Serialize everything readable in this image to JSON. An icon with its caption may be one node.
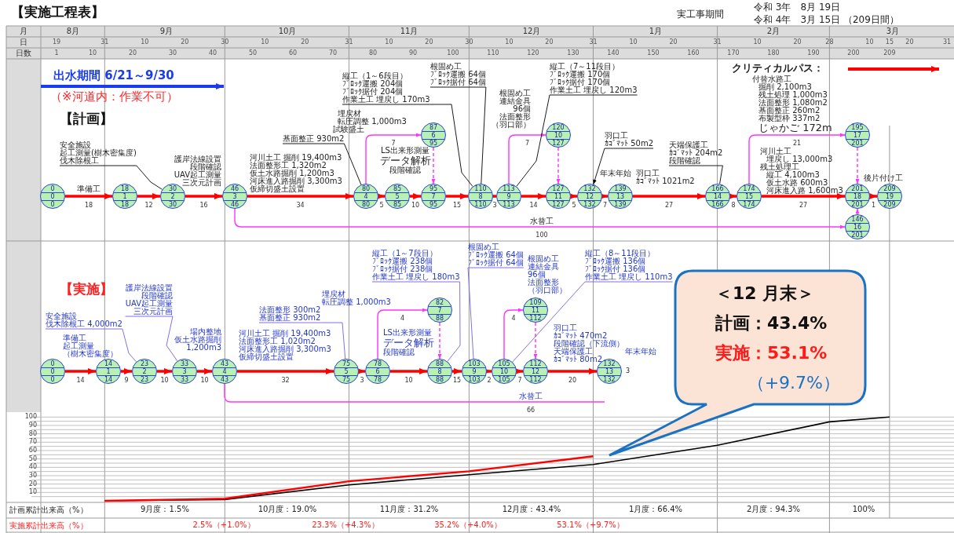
{
  "diagram": {
    "title": "【実施工程表】",
    "nodes": [
      {
        "text": [
          "0",
          "0",
          "0"
        ]
      },
      {
        "text": [
          "18",
          "1",
          "18"
        ]
      },
      {
        "text": [
          "30",
          "2",
          "30"
        ]
      },
      {
        "text": [
          "46",
          "3",
          "46"
        ]
      },
      {
        "text": [
          "80",
          "4",
          "80"
        ]
      },
      {
        "text": [
          "85",
          "5",
          "85"
        ]
      },
      {
        "text": [
          "87",
          "6",
          "95"
        ]
      },
      {
        "text": [
          "95",
          "7",
          "95"
        ]
      },
      {
        "text": [
          "110",
          "8",
          "110"
        ]
      },
      {
        "text": [
          "113",
          "9",
          "113"
        ]
      },
      {
        "text": [
          "120",
          "10",
          "127"
        ]
      },
      {
        "text": [
          "127",
          "11",
          "127"
        ]
      },
      {
        "text": [
          "132",
          "12",
          "132"
        ]
      },
      {
        "text": [
          "139",
          "13",
          "139"
        ]
      },
      {
        "text": [
          "166",
          "14",
          "166"
        ]
      },
      {
        "text": [
          "174",
          "15",
          "174"
        ]
      },
      {
        "text": [
          "195",
          "17",
          "201"
        ]
      },
      {
        "text": [
          "201",
          "18",
          "201"
        ]
      },
      {
        "text": [
          "209",
          "19",
          "209"
        ]
      },
      {
        "text": [
          "146",
          "16",
          "201"
        ]
      },
      {
        "text": [
          "安全施設",
          "起工測量(樹木密集度)",
          "伐木除根工"
        ]
      },
      {
        "text": [
          "基面整正 930m2"
        ]
      },
      {
        "text": [
          "縦工（1～6段目）",
          "ﾌﾞﾛｯｸ運搬 204個",
          "ﾌﾞﾛｯｸ据付 204個",
          "作業土工 埋戻し 170m3"
        ]
      },
      {
        "text": [
          "根固め工",
          "ﾌﾞﾛｯｸ運搬 64個",
          "ﾌﾞﾛｯｸ据付 64個"
        ]
      },
      {
        "text": [
          "縦工（7～11段目）",
          "ﾌﾞﾛｯｸ運搬 170個",
          "ﾌﾞﾛｯｸ据付 170個",
          "作業土工 埋戻し 120m3"
        ]
      },
      {
        "text": [
          "羽口工",
          "ｶｺﾞﾏｯﾄ 50m2"
        ]
      },
      {
        "text": [
          "天端保護工",
          "ｶｺﾞﾏｯﾄ 204m2",
          "段階確認"
        ]
      },
      {
        "text": [
          "0",
          "0",
          "0"
        ]
      },
      {
        "text": [
          "14",
          "1",
          "14"
        ]
      },
      {
        "text": [
          "23",
          "2",
          "23"
        ]
      },
      {
        "text": [
          "33",
          "3",
          "33"
        ]
      },
      {
        "text": [
          "43",
          "4",
          "43"
        ]
      },
      {
        "text": [
          "75",
          "5",
          "75"
        ]
      },
      {
        "text": [
          "78",
          "6",
          "78"
        ]
      },
      {
        "text": [
          "82",
          "7",
          "88"
        ]
      },
      {
        "text": [
          "88",
          "8",
          "88"
        ]
      },
      {
        "text": [
          "103",
          "9",
          "103"
        ]
      },
      {
        "text": [
          "105",
          "10",
          "105"
        ]
      },
      {
        "text": [
          "109",
          "11",
          "112"
        ]
      },
      {
        "text": [
          "112",
          "12",
          "112"
        ]
      },
      {
        "text": [
          "132",
          "13",
          "132"
        ]
      },
      {
        "text": [
          "安全施設",
          "伐木除根工 4,000m2"
        ]
      },
      {
        "text": [
          "護岸法線設置",
          "段階確認",
          "UAV起工測量",
          "三次元計画"
        ]
      },
      {
        "text": [
          "法面整形 300m2",
          "基面整正 930m2"
        ]
      },
      {
        "text": [
          "縦工（1～7段目）",
          "ﾌﾞﾛｯｸ運搬 238個",
          "ﾌﾞﾛｯｸ据付 238個",
          "作業土工 埋戻し 180m3"
        ]
      },
      {
        "text": [
          "根固め工",
          "ﾌﾞﾛｯｸ運搬 64個",
          "ﾌﾞﾛｯｸ据付 64個"
        ]
      },
      {
        "text": [
          "縦工（8～11段目）",
          "ﾌﾞﾛｯｸ運搬 136個",
          "ﾌﾞﾛｯｸ据付 136個",
          "作業土工 埋戻し 110m3"
        ]
      },
      {
        "text": [
          "＜12 月末＞",
          "計画：43.4%",
          "実施：53.1%",
          "（+9.7%）"
        ]
      }
    ],
    "edges": [
      {
        "from": 0,
        "to": 1,
        "arrow": "to",
        "label": "18",
        "style": "thick",
        "color": "#ff0000"
      },
      {
        "from": 1,
        "to": 2,
        "arrow": "to",
        "label": "12",
        "style": "thick",
        "color": "#ff0000"
      },
      {
        "from": 2,
        "to": 3,
        "arrow": "to",
        "label": "16",
        "style": "thick",
        "color": "#ff0000"
      },
      {
        "from": 3,
        "to": 4,
        "arrow": "to",
        "label": "34",
        "style": "thick",
        "color": "#ff0000"
      },
      {
        "from": 4,
        "to": 5,
        "arrow": "to",
        "label": "5",
        "style": "thick",
        "color": "#ff0000"
      },
      {
        "from": 4,
        "to": 6,
        "arrow": "to",
        "label": "7",
        "color": "#ff33ff"
      },
      {
        "from": 6,
        "to": 7,
        "arrow": "to",
        "style": "dashed",
        "color": "#ff33ff"
      },
      {
        "from": 5,
        "to": 7,
        "arrow": "to",
        "label": "10",
        "style": "thick",
        "color": "#ff0000"
      },
      {
        "from": 7,
        "to": 8,
        "arrow": "to",
        "label": "15",
        "style": "thick",
        "color": "#ff0000"
      },
      {
        "from": 8,
        "to": 9,
        "arrow": "to",
        "label": "3",
        "style": "thick",
        "color": "#ff0000"
      },
      {
        "from": 9,
        "to": 10,
        "arrow": "to",
        "label": "7",
        "color": "#ff33ff"
      },
      {
        "from": 10,
        "to": 11,
        "arrow": "to",
        "style": "dashed",
        "color": "#ff33ff"
      },
      {
        "from": 9,
        "to": 11,
        "arrow": "to",
        "label": "14",
        "style": "thick",
        "color": "#ff0000"
      },
      {
        "from": 11,
        "to": 12,
        "arrow": "to",
        "label": "5",
        "style": "thick",
        "color": "#ff0000"
      },
      {
        "from": 12,
        "to": 13,
        "arrow": "to",
        "label": "7",
        "style": "thick",
        "color": "#ff0000"
      },
      {
        "from": 13,
        "to": 14,
        "arrow": "to",
        "label": "27",
        "style": "thick",
        "color": "#ff0000"
      },
      {
        "from": 14,
        "to": 15,
        "arrow": "to",
        "label": "8",
        "style": "thick",
        "color": "#ff0000"
      },
      {
        "from": 15,
        "to": 16,
        "arrow": "to",
        "label": "21",
        "color": "#ff33ff"
      },
      {
        "from": 16,
        "to": 17,
        "arrow": "to",
        "style": "dashed",
        "color": "#ff33ff"
      },
      {
        "from": 15,
        "to": 17,
        "arrow": "to",
        "label": "27",
        "style": "thick",
        "color": "#ff0000"
      },
      {
        "from": 17,
        "to": 18,
        "arrow": "to",
        "label": "1",
        "style": "thick",
        "color": "#ff0000"
      },
      {
        "from": 3,
        "to": 19,
        "arrow": "to",
        "label": "100",
        "color": "#ff33ff"
      },
      {
        "from": 19,
        "to": 17,
        "arrow": "to",
        "color": "#ff33ff"
      },
      {
        "from": 20,
        "to": 2,
        "arrow": "none",
        "color": "#000000"
      },
      {
        "from": 21,
        "to": 4,
        "arrow": "none",
        "color": "#000000"
      },
      {
        "from": 22,
        "to": 8,
        "arrow": "none",
        "color": "#000000"
      },
      {
        "from": 23,
        "to": 8,
        "arrow": "none",
        "color": "#000000"
      },
      {
        "from": 24,
        "to": 9,
        "arrow": "none",
        "color": "#000000"
      },
      {
        "from": 25,
        "to": 12,
        "arrow": "to",
        "color": "#000000"
      },
      {
        "from": 26,
        "to": 14,
        "arrow": "none",
        "color": "#000000"
      },
      {
        "from": 27,
        "to": 28,
        "arrow": "to",
        "label": "14",
        "style": "thick",
        "color": "#ff0000"
      },
      {
        "from": 28,
        "to": 29,
        "arrow": "to",
        "label": "9",
        "style": "thick",
        "color": "#ff0000"
      },
      {
        "from": 29,
        "to": 30,
        "arrow": "to",
        "label": "10",
        "style": "thick",
        "color": "#ff0000"
      },
      {
        "from": 30,
        "to": 31,
        "arrow": "to",
        "label": "10",
        "style": "thick",
        "color": "#ff0000"
      },
      {
        "from": 31,
        "to": 32,
        "arrow": "to",
        "label": "32",
        "style": "thick",
        "color": "#ff0000"
      },
      {
        "from": 32,
        "to": 33,
        "arrow": "to",
        "label": "3",
        "style": "thick",
        "color": "#ff0000"
      },
      {
        "from": 33,
        "to": 34,
        "arrow": "to",
        "label": "4",
        "color": "#ff33ff"
      },
      {
        "from": 34,
        "to": 35,
        "arrow": "to",
        "style": "dashed",
        "color": "#ff33ff"
      },
      {
        "from": 33,
        "to": 35,
        "arrow": "to",
        "label": "10",
        "style": "thick",
        "color": "#ff0000"
      },
      {
        "from": 35,
        "to": 36,
        "arrow": "to",
        "label": "15",
        "style": "thick",
        "color": "#ff0000"
      },
      {
        "from": 36,
        "to": 37,
        "arrow": "to",
        "label": "2",
        "style": "thick",
        "color": "#ff0000"
      },
      {
        "from": 37,
        "to": 38,
        "arrow": "to",
        "label": "4",
        "color": "#ff33ff"
      },
      {
        "from": 38,
        "to": 39,
        "arrow": "to",
        "style": "dashed",
        "color": "#ff33ff"
      },
      {
        "from": 37,
        "to": 39,
        "arrow": "to",
        "label": "7",
        "style": "thick",
        "color": "#ff0000"
      },
      {
        "from": 39,
        "to": 40,
        "arrow": "to",
        "label": "20",
        "style": "thick",
        "color": "#ff0000"
      },
      {
        "from": 31,
        "to": null,
        "arrow": "none",
        "label": "66",
        "color": "#ff33ff"
      },
      {
        "from": 41,
        "to": 29,
        "arrow": "none",
        "color": "#7b5ce0"
      },
      {
        "from": 42,
        "to": 30,
        "arrow": "none",
        "color": "#7b5ce0"
      },
      {
        "from": 43,
        "to": 32,
        "arrow": "none",
        "color": "#7b5ce0"
      },
      {
        "from": 44,
        "to": 35,
        "arrow": "none",
        "color": "#7b5ce0"
      },
      {
        "from": 45,
        "to": 36,
        "arrow": "none",
        "color": "#7b5ce0"
      },
      {
        "from": 46,
        "to": 37,
        "arrow": "none",
        "color": "#7b5ce0"
      }
    ],
    "labels": [
      "月",
      "日",
      "日数",
      "8月",
      "9月",
      "10月",
      "11月",
      "12月",
      "1月",
      "2月",
      "3月",
      "19",
      "31",
      "10",
      "20",
      "30",
      "10",
      "20",
      "31",
      "10",
      "20",
      "30",
      "10",
      "20",
      "31",
      "10",
      "20",
      "31",
      "10",
      "20",
      "28",
      "10",
      "15",
      "20",
      "31",
      "1",
      "10",
      "20",
      "30",
      "40",
      "50",
      "60",
      "70",
      "80",
      "90",
      "100",
      "110",
      "120",
      "130",
      "140",
      "150",
      "160",
      "170",
      "180",
      "190",
      "200",
      "209",
      "実工事期間",
      "令和 3年　8月 19日",
      "令和 4年　3月 15日 （209日間）",
      "出水期間 6/21～9/30",
      "（※河道内：作業不可）",
      "【計画】",
      "準備工",
      "護岸法線設置",
      "段階確認",
      "UAV起工測量",
      "三次元計画",
      "河川土工 掘削 19,400m3",
      "法面整形工 1,320m2",
      "仮土水路掘削 1,200m3",
      "河床進入路掘削 3,300m3",
      "仮締切盛土設置",
      "埋戻材",
      "転圧調整 1,000m3",
      "試験盛土",
      "LS出来形測量",
      "データ解析",
      "段階確認",
      "根固め工",
      "連結金具",
      "96個",
      "法面整形",
      "（羽口部）",
      "年末年始",
      "羽口工",
      "ｶｺﾞﾏｯﾄ 1021m2",
      "付替水路工",
      "掘削 2,100m3",
      "残土処理 1,000m3",
      "法面整形 1,080m2",
      "基面整正 260m2",
      "布製型枠 337m2",
      "じゃかご 172m",
      "河川土工",
      "埋戻し 13,000m3",
      "残土処理工",
      "縦工 4,100m3",
      "仮土水路 600m3",
      "河床進入路 1,600m3",
      "後片付け工",
      "水替工",
      "【実施】",
      "準備工",
      "起工測量",
      "（樹木密集度）",
      "場内整地",
      "仮土水路掘削",
      "1,200m3",
      "河川土工 掘削 19,400m3",
      "法面整形工 1,020m2",
      "河床進入路掘削 3,300m3",
      "仮締切盛土設置",
      "埋戻材",
      "転圧調整 1,000m3",
      "LS出来形測量",
      "データ解析",
      "段階確認",
      "根固め工",
      "連結金具",
      "96個",
      "法面整形",
      "（羽口部）",
      "羽口工",
      "ｶｺﾞﾏｯﾄ 470m2",
      "段階確認（下流側）",
      "天端保護工",
      "ｶｺﾞﾏｯﾄ 80m2",
      "年末年始",
      "3",
      "水替工",
      "計画累計出来高（%）",
      "9月度：1.5%",
      "10月度：19.0%",
      "11月度：31.2%",
      "12月度：43.4%",
      "1月度：66.4%",
      "2月度：94.3%",
      "100%",
      "実施累計出来高（%）",
      "2.5%（+1.0%）",
      "23.3%（+4.3%）",
      "35.2%（+4.0%）",
      "53.1%（+9.7%）",
      "100",
      "90",
      "80",
      "70",
      "60",
      "50",
      "40",
      "30",
      "20",
      "10"
    ],
    "legend": [
      {
        "text": "クリティカルパス："
      }
    ]
  }
}
